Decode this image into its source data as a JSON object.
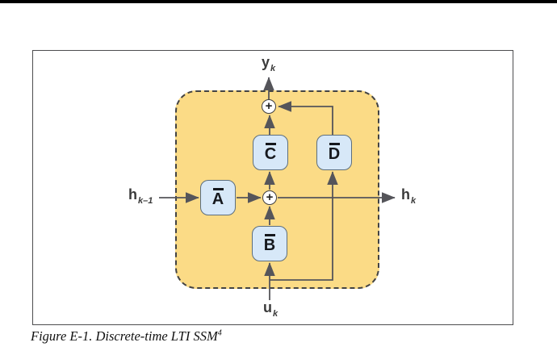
{
  "figure": {
    "caption_text": "Figure E-1. Discrete-time LTI SSM",
    "caption_superscript": "4"
  },
  "diagram": {
    "type": "block-diagram",
    "title_implicit": "Discrete-time LTI SSM",
    "colors": {
      "container_fill": "#FBDB86",
      "container_border": "#434343",
      "node_fill": "#D7E8F8",
      "node_border": "#5C6E7E",
      "wire": "#55555A",
      "label_text": "#3A3A3A",
      "node_text": "#16181D"
    },
    "nodes": [
      {
        "id": "A-bar",
        "letter": "A",
        "decoration": "overline"
      },
      {
        "id": "B-bar",
        "letter": "B",
        "decoration": "overline"
      },
      {
        "id": "C-bar",
        "letter": "C",
        "decoration": "overline"
      },
      {
        "id": "D-bar",
        "letter": "D",
        "decoration": "overline"
      }
    ],
    "sum_symbol": "+",
    "labels": {
      "output": {
        "base": "y",
        "sub": "k"
      },
      "prev_state": {
        "base": "h",
        "sub": "k–1"
      },
      "next_state": {
        "base": "h",
        "sub": "k"
      },
      "input": {
        "base": "u",
        "sub": "k"
      }
    }
  }
}
